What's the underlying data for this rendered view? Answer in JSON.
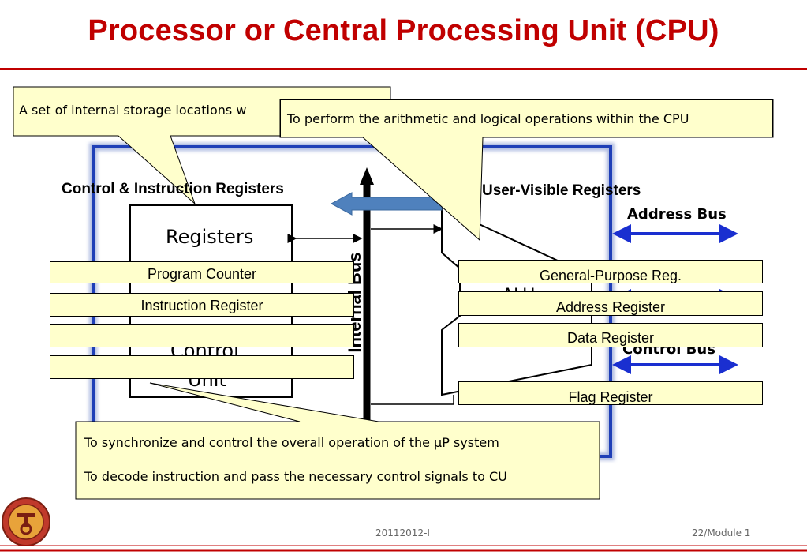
{
  "title": "Processor or Central Processing Unit (CPU)",
  "callouts": {
    "registers": "A set of internal storage locations w",
    "alu": "To perform the arithmetic and  logical operations within the CPU",
    "control_line1": "To synchronize and control the  overall operation of the μP system",
    "control_line2": "To decode instruction and  pass the necessary control signals to CU"
  },
  "diagram": {
    "control_instruction_registers": "Control & Instruction Registers",
    "user_visible_registers": "User-Visible Registers",
    "registers_box": "Registers",
    "control_unit_line1": "Control",
    "control_unit_line2": "Unit",
    "internal_bus": "Internal Bus",
    "alu_partial": "ALU",
    "address_bus": "Address Bus",
    "control_bus": "Control Bus"
  },
  "left_labels": [
    "Program Counter",
    "Instruction Register",
    "",
    ""
  ],
  "right_labels": [
    "General-Purpose Reg.",
    "Address Register",
    "Data Register",
    "Flag Register"
  ],
  "footer": {
    "code": "20112012-I",
    "page": "22/Module 1"
  },
  "colors": {
    "title": "#c00000",
    "callout_fill": "#ffffcc",
    "label_fill": "#ffffcc",
    "cpu_border": "#1f3fb7",
    "bus_arrow": "#1a2fd0",
    "internal_bus_arrow": "#4f81bd"
  }
}
